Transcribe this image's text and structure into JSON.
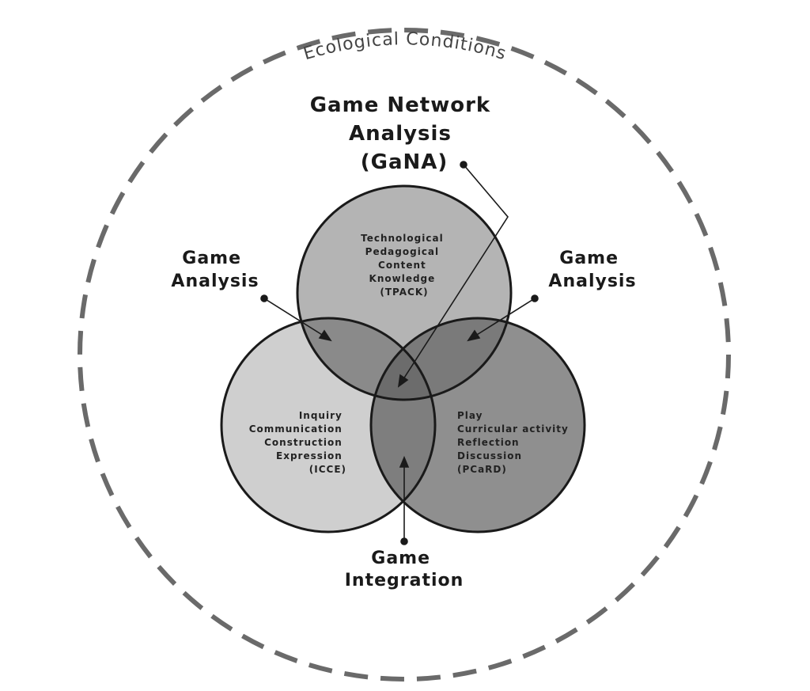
{
  "ecological_label": "Ecological Conditions",
  "gana_title": [
    "Game Network",
    "Analysis",
    "(GaNA)"
  ],
  "game_analysis_left": [
    "Game",
    "Analysis"
  ],
  "game_analysis_right": [
    "Game",
    "Analysis"
  ],
  "game_integration": [
    "Game",
    "Integration"
  ],
  "circles": {
    "tpack": [
      "Technological",
      "Pedagogical",
      "Content",
      "Knowledge",
      "(TPACK)"
    ],
    "icce": [
      "Inquiry",
      "Communication",
      "Construction",
      "Expression",
      "(ICCE)"
    ],
    "pcard": [
      "Play",
      "Curricular activity",
      "Reflection",
      "Discussion",
      "(PCaRD)"
    ]
  },
  "colors": {
    "outer_dash": "#6a6a6a",
    "tpack": "#b4b4b4",
    "icce": "#cfcfcf",
    "pcard": "#8f8f8f",
    "outline": "#1a1a1a"
  }
}
